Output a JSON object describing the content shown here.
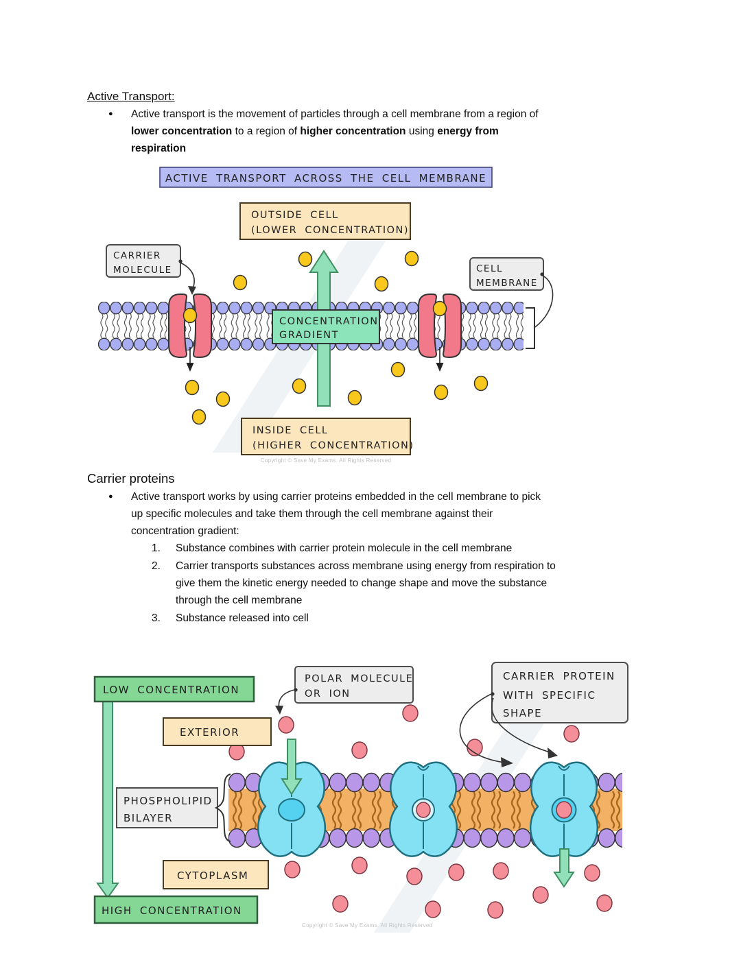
{
  "colors": {
    "banner_lavender": "#b6bbf3",
    "banner_border": "#41447b",
    "tan_box": "#fbe6bd",
    "tan_border": "#4a3a1e",
    "gray_tag": "#ededed",
    "gray_border": "#4d4d4d",
    "mint_box": "#8ce5ba",
    "green_arrow": "#92e0ba",
    "green_arrow_border": "#3f8f63",
    "membrane1_head": "#a9aef2",
    "carrier_protein_red": "#f2798a",
    "molecule_yellow": "#f8c81c",
    "green_box": "#84d794",
    "green_box_border": "#2f5e3c",
    "membrane2_head": "#b897e8",
    "bilayer_orange": "#f3b166",
    "bilayer_tail": "#a5661d",
    "protein_cyan": "#84e1f4",
    "protein_cyan_dark": "#54d2ef",
    "protein_cyan_border": "#20707f",
    "molecule_pink": "#f48f99",
    "molecule_pink_border": "#7d3742"
  },
  "section1": {
    "heading": "Active Transport:",
    "bullet_lines": [
      [
        {
          "t": "Active transport is the movement of particles through a cell membrane from a region of"
        }
      ],
      [
        {
          "t": "lower concentration",
          "b": true
        },
        {
          "t": " to a region of "
        },
        {
          "t": "higher concentration",
          "b": true
        },
        {
          "t": " using "
        },
        {
          "t": "energy from",
          "b": true
        }
      ],
      [
        {
          "t": "respiration",
          "b": true
        }
      ]
    ]
  },
  "section2": {
    "heading": "Carrier proteins",
    "bullet_lines": [
      [
        "Active transport works by using carrier proteins embedded in the cell membrane to pick"
      ],
      [
        "up specific molecules and take them through the cell membrane against their"
      ],
      [
        "concentration gradient:"
      ]
    ],
    "items": [
      {
        "num": "1.",
        "lines": [
          "Substance combines with carrier protein molecule in the cell membrane"
        ]
      },
      {
        "num": "2.",
        "lines": [
          "Carrier transports substances across membrane using energy from respiration to",
          "give them the kinetic energy needed to change shape and move the substance",
          "through the cell membrane"
        ]
      },
      {
        "num": "3.",
        "lines": [
          "Substance released into cell"
        ]
      }
    ]
  },
  "diagram1": {
    "title": "ACTIVE TRANSPORT ACROSS THE CELL MEMBRANE",
    "outside_line1": "OUTSIDE CELL",
    "outside_line2": "(LOWER CONCENTRATION)",
    "carrier_tag_line1": "CARRIER",
    "carrier_tag_line2": "MOLECULE",
    "gradient_line1": "CONCENTRATION",
    "gradient_line2": "GRADIENT",
    "membrane_tag_line1": "CELL",
    "membrane_tag_line2": "MEMBRANE",
    "inside_line1": "INSIDE CELL",
    "inside_line2": "(HIGHER CONCENTRATION)",
    "copyright": "Copyright © Save My Exams. All Rights Reserved"
  },
  "diagram2": {
    "low_label": "LOW CONCENTRATION",
    "exterior_label": "EXTERIOR",
    "polar_line1": "POLAR MOLECULE",
    "polar_line2": "OR ION",
    "carrier_line1": "CARRIER PROTEIN",
    "carrier_line2": "WITH SPECIFIC",
    "carrier_line3": "SHAPE",
    "phospholipid_line1": "PHOSPHOLIPID",
    "phospholipid_line2": "BILAYER",
    "cytoplasm_label": "CYTOPLASM",
    "high_label": "HIGH CONCENTRATION",
    "copyright": "Copyright © Save My Exams. All Rights Reserved"
  }
}
